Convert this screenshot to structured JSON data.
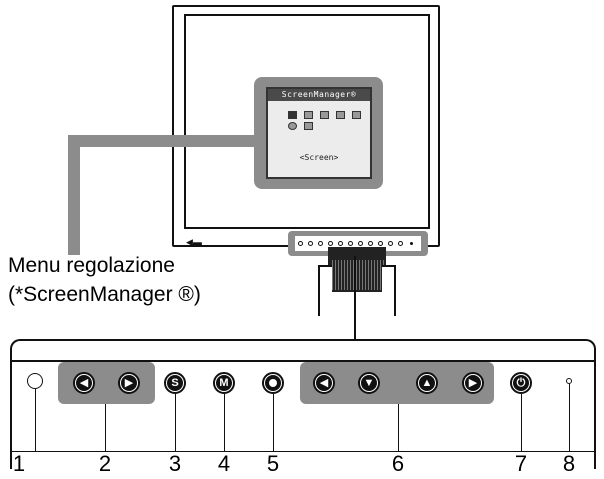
{
  "osd": {
    "title": "ScreenManager®",
    "caption": "<Screen>"
  },
  "menu_label": {
    "line1": "Menu regolazione",
    "line2": "(*ScreenManager ®)"
  },
  "buttons": {
    "vol_down": "volume-down-icon",
    "vol_up": "volume-up-icon",
    "s": "S",
    "m": "M",
    "enter": "enter-icon",
    "left": "left-arrow-icon",
    "down": "down-arrow-icon",
    "up": "up-arrow-icon",
    "right": "right-arrow-icon",
    "power": "power-icon"
  },
  "callouts": [
    "1",
    "2",
    "3",
    "4",
    "5",
    "6",
    "7",
    "8"
  ],
  "colors": {
    "highlight_gray": "#8c8c8c",
    "line": "#111111"
  }
}
